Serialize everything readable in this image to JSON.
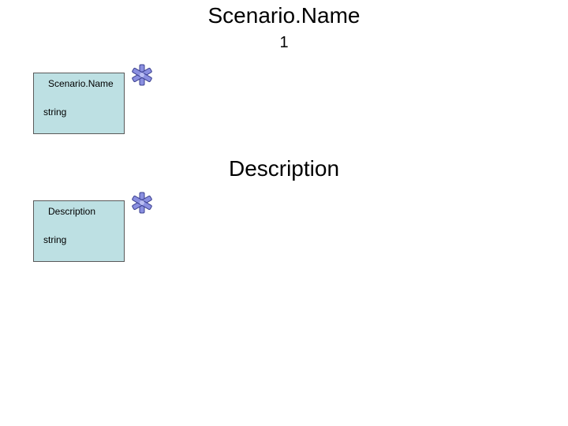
{
  "sections": [
    {
      "heading": "Scenario.Name",
      "subheading": "1",
      "field": {
        "name": "Scenario.Name",
        "type": "string",
        "icon": "asterisk-icon"
      }
    },
    {
      "heading": "Description",
      "field": {
        "name": "Description",
        "type": "string",
        "icon": "asterisk-icon"
      }
    }
  ],
  "colors": {
    "box_fill": "#bde0e3",
    "box_border": "#5a5a5a",
    "icon_fill": "#8a8fe0",
    "icon_stroke": "#3a3f8f"
  }
}
